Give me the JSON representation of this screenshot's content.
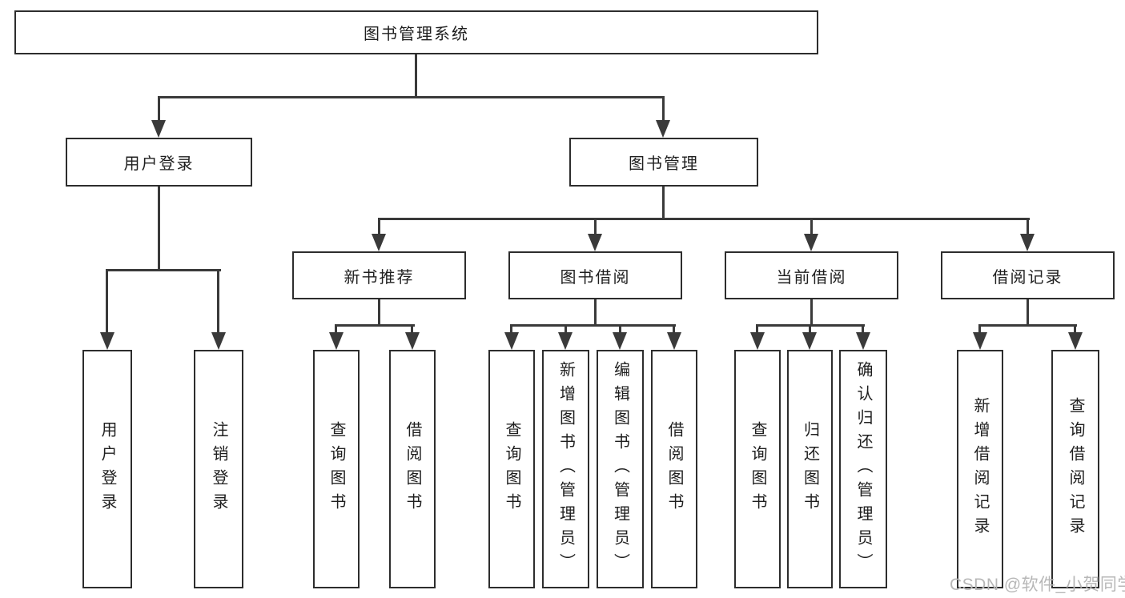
{
  "tree": {
    "label": "图书管理系统",
    "children": [
      {
        "label": "用户登录",
        "children": [
          {
            "label": "用户登录"
          },
          {
            "label": "注销登录"
          }
        ]
      },
      {
        "label": "图书管理",
        "children": [
          {
            "label": "新书推荐",
            "children": [
              {
                "label": "查询图书"
              },
              {
                "label": "借阅图书"
              }
            ]
          },
          {
            "label": "图书借阅",
            "children": [
              {
                "label": "查询图书"
              },
              {
                "label": "新增图书（管理员）"
              },
              {
                "label": "编辑图书（管理员）"
              },
              {
                "label": "借阅图书"
              }
            ]
          },
          {
            "label": "当前借阅",
            "children": [
              {
                "label": "查询图书"
              },
              {
                "label": "归还图书"
              },
              {
                "label": "确认归还（管理员）"
              }
            ]
          },
          {
            "label": "借阅记录",
            "children": [
              {
                "label": "新增借阅记录"
              },
              {
                "label": "查询借阅记录"
              }
            ]
          }
        ]
      }
    ]
  },
  "watermark": {
    "text": "CSDN @软件_小贺同学"
  },
  "colors": {
    "background": "#ffffff",
    "box_border": "#2d2d2d",
    "line": "#3a3a3a",
    "text": "#1f1f1f",
    "watermark": "#b7b7b7"
  }
}
